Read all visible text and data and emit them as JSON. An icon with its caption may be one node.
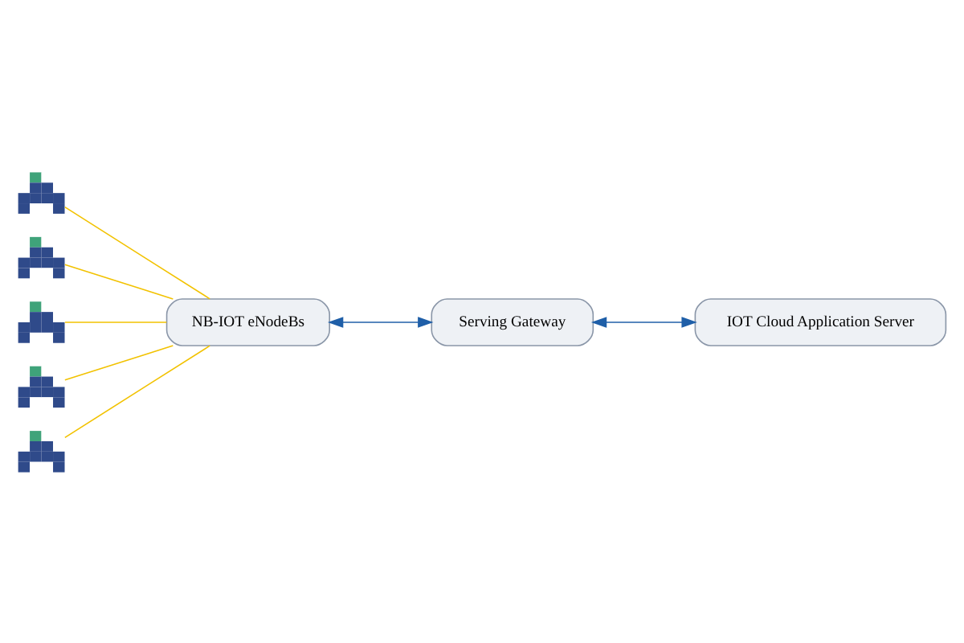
{
  "diagram": {
    "nodes": [
      {
        "text": [],
        "shape": "picture"
      },
      {
        "text": [],
        "shape": "picture"
      },
      {
        "text": [],
        "shape": "picture"
      },
      {
        "text": [],
        "shape": "picture"
      },
      {
        "text": [],
        "shape": "picture"
      },
      {
        "text": [
          "NB-IOT eNodeBs"
        ]
      },
      {
        "text": [
          "Serving Gateway"
        ]
      },
      {
        "text": [
          "IOT Cloud Application Server"
        ]
      }
    ],
    "edges": [
      {
        "from": 0,
        "to": 5,
        "arrow": "none"
      },
      {
        "from": 1,
        "to": 5,
        "arrow": "none"
      },
      {
        "from": 2,
        "to": 5,
        "arrow": "none"
      },
      {
        "from": 3,
        "to": 5,
        "arrow": "none"
      },
      {
        "from": 4,
        "to": 5,
        "arrow": "none"
      },
      {
        "from": 5,
        "to": 6,
        "arrow": "both",
        "color": "#1f5fa8"
      },
      {
        "from": 6,
        "to": 7,
        "arrow": "both",
        "color": "#1f5fa8"
      }
    ]
  }
}
